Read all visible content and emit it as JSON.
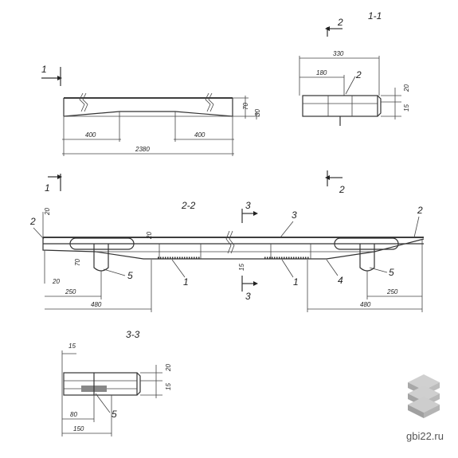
{
  "views": {
    "top": {
      "section_mark": "1",
      "dim_400_left": "400",
      "dim_400_right": "400",
      "dim_total": "2380",
      "dim_h_70": "70",
      "dim_h_30": "30"
    },
    "section_1_1": {
      "title": "1-1",
      "cut_mark": "2",
      "dim_330": "330",
      "dim_180": "180",
      "callout": "2",
      "dim_20": "20",
      "dim_15": "15"
    },
    "section_2_2": {
      "title": "2-2",
      "cut_mark": "3",
      "left_label": "2",
      "right_label": "2",
      "callout_3": "3",
      "callout_1_left": "1",
      "callout_1_right": "1",
      "callout_4": "4",
      "callout_5_left": "5",
      "callout_5_right": "5",
      "dim_20_top": "20",
      "dim_20_mid": "20",
      "dim_70": "70",
      "dim_20_bottom": "20",
      "dim_15": "15",
      "dim_250_left": "250",
      "dim_480_left": "480",
      "dim_250_right": "250",
      "dim_480_right": "480"
    },
    "section_3_3": {
      "title": "3-3",
      "dim_15_top": "15",
      "dim_20": "20",
      "dim_15_right": "15",
      "dim_80": "80",
      "dim_150": "150",
      "callout_5": "5"
    }
  },
  "watermark": {
    "text": "gbi22.ru"
  }
}
